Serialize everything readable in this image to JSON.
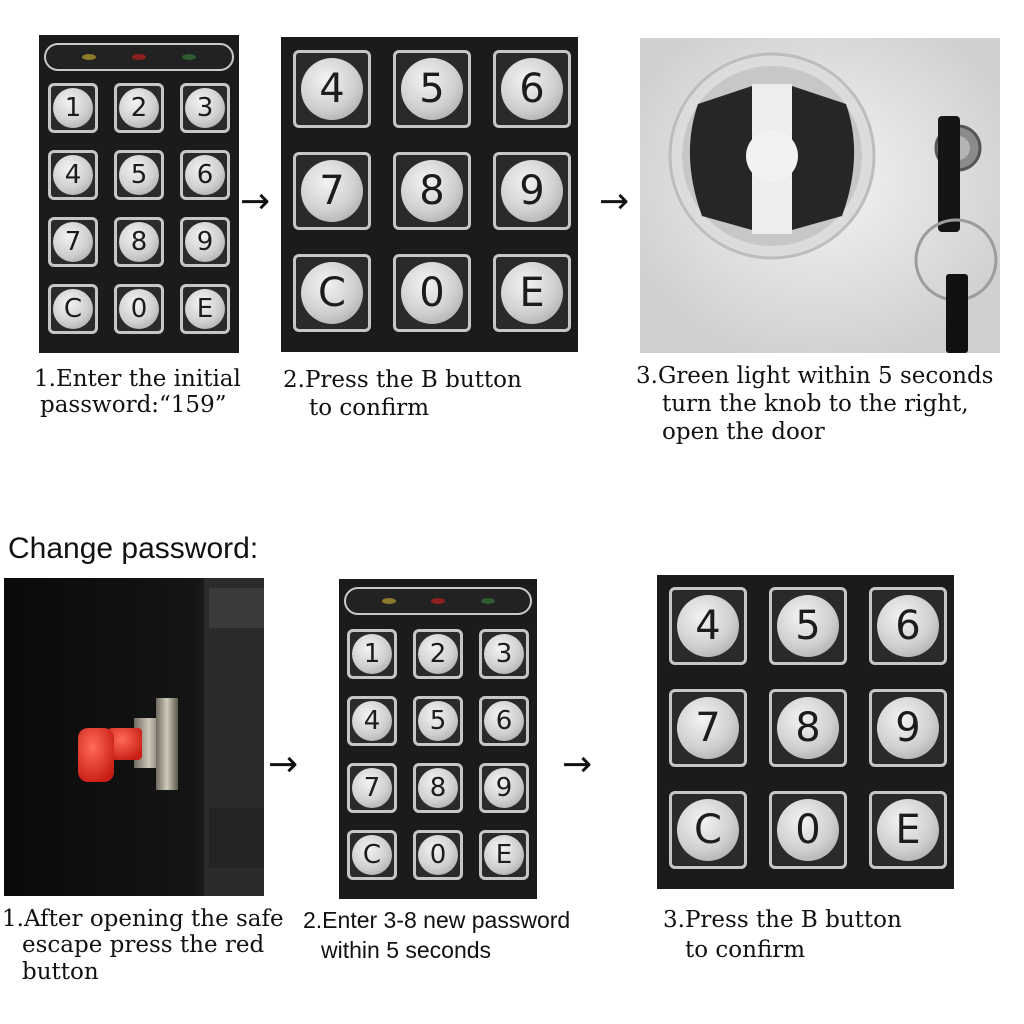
{
  "open_steps": [
    {
      "lines": [
        "1.Enter the initial",
        "password:“159”"
      ]
    },
    {
      "lines": [
        "2.Press the B button",
        "to confirm"
      ]
    },
    {
      "lines": [
        "3.Green light within 5 seconds",
        "turn the knob to the right,",
        "open the door"
      ]
    }
  ],
  "change_password": {
    "title": "Change password:",
    "steps": [
      {
        "lines": [
          "1.After opening the safe",
          "escape press the red",
          "button"
        ]
      },
      {
        "lines": [
          "2.Enter 3-8 new password",
          "within 5 seconds"
        ]
      },
      {
        "lines": [
          "3.Press the B button",
          "to confirm"
        ]
      }
    ]
  },
  "keypad_full": [
    "1",
    "2",
    "3",
    "4",
    "5",
    "6",
    "7",
    "8",
    "9",
    "C",
    "0",
    "E"
  ],
  "keypad_zoom": [
    "4",
    "5",
    "6",
    "7",
    "8",
    "9",
    "C",
    "0",
    "E"
  ],
  "led_colors": [
    "#8a7a2a",
    "#8e2020",
    "#2f5a2f"
  ],
  "arrow_glyph": "→",
  "colors": {
    "panel": "#1b1b1b",
    "key_border": "#c6c6c6",
    "red_button": "#e5322b",
    "safe_plate": "#e8e8e8"
  }
}
